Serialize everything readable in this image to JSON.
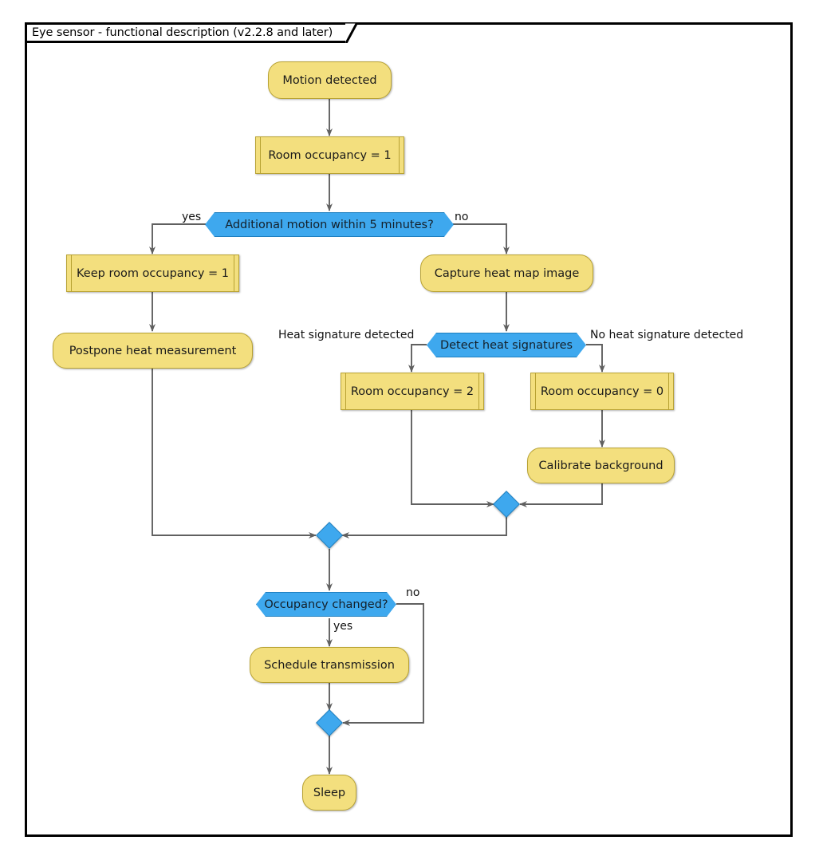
{
  "diagram": {
    "title": "Eye sensor - functional description (v2.2.8 and later)",
    "type": "flowchart",
    "colors": {
      "action_fill": "#F3DF7E",
      "action_stroke": "#B8A233",
      "decision_fill": "#3EA8EE",
      "decision_stroke": "#1E7FBF",
      "edge": "#606060",
      "frame": "#000000",
      "background": "#FFFFFF"
    },
    "nodes": [
      {
        "id": "start",
        "label": "Motion detected",
        "shape": "rounded"
      },
      {
        "id": "occ1",
        "label": "Room occupancy = 1",
        "shape": "subroutine"
      },
      {
        "id": "d_motion",
        "label": "Additional motion within 5 minutes?",
        "shape": "hexagon"
      },
      {
        "id": "keep1",
        "label": "Keep room occupancy = 1",
        "shape": "subroutine"
      },
      {
        "id": "postpone",
        "label": "Postpone heat measurement",
        "shape": "rounded"
      },
      {
        "id": "capture",
        "label": "Capture heat map image",
        "shape": "rounded"
      },
      {
        "id": "d_heat",
        "label": "Detect heat signatures",
        "shape": "hexagon"
      },
      {
        "id": "occ2",
        "label": "Room occupancy = 2",
        "shape": "subroutine"
      },
      {
        "id": "occ0",
        "label": "Room occupancy = 0",
        "shape": "subroutine"
      },
      {
        "id": "calibrate",
        "label": "Calibrate background",
        "shape": "rounded"
      },
      {
        "id": "merge_heat",
        "label": "",
        "shape": "diamond"
      },
      {
        "id": "merge_main",
        "label": "",
        "shape": "diamond"
      },
      {
        "id": "d_changed",
        "label": "Occupancy changed?",
        "shape": "hexagon"
      },
      {
        "id": "schedule",
        "label": "Schedule transmission",
        "shape": "rounded"
      },
      {
        "id": "merge_end",
        "label": "",
        "shape": "diamond"
      },
      {
        "id": "sleep",
        "label": "Sleep",
        "shape": "rounded"
      }
    ],
    "edge_labels": {
      "motion_yes": "yes",
      "motion_no": "no",
      "heat_yes": "Heat signature detected",
      "heat_no": "No heat signature detected",
      "changed_no": "no",
      "changed_yes": "yes"
    }
  }
}
